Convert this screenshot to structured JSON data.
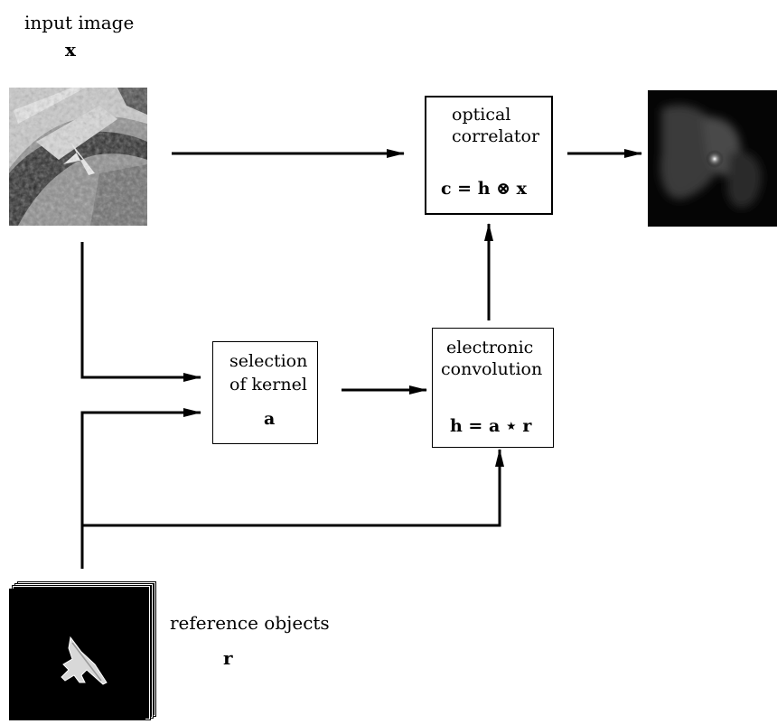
{
  "input": {
    "label": "input image",
    "symbol": "x"
  },
  "reference": {
    "label": "reference objects",
    "symbol": "r"
  },
  "optical_correlator": {
    "line1": "optical",
    "line2": "correlator",
    "formula": "c = h ⊗ x"
  },
  "kernel_selection": {
    "line1": "selection",
    "line2": "of kernel",
    "symbol": "a"
  },
  "electronic_convolution": {
    "line1": "electronic",
    "line2": "convolution",
    "formula": "h = a ⋆ r"
  },
  "colors": {
    "line": "#000000",
    "background": "#ffffff",
    "reference_bg": "#000000"
  }
}
